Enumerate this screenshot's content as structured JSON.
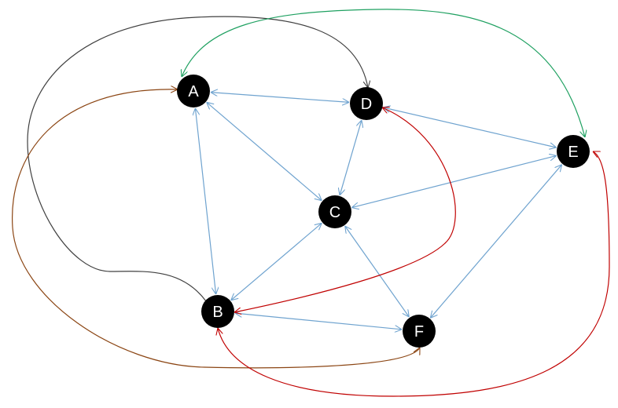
{
  "nodes": [
    {
      "id": "A",
      "label": "A"
    },
    {
      "id": "B",
      "label": "B"
    },
    {
      "id": "C",
      "label": "C"
    },
    {
      "id": "D",
      "label": "D"
    },
    {
      "id": "E",
      "label": "E"
    },
    {
      "id": "F",
      "label": "F"
    }
  ],
  "colors": {
    "node_fill": "#000000",
    "node_text": "#ffffff",
    "edge_blue": "#6fa3cf",
    "edge_gray": "#404040",
    "edge_green": "#1ea060",
    "edge_brown": "#8b4513",
    "edge_red": "#c00000"
  },
  "edges": [
    {
      "from": "A",
      "to": "D",
      "color": "edge_blue",
      "arrow_start": true,
      "arrow_end": true
    },
    {
      "from": "A",
      "to": "C",
      "color": "edge_blue",
      "arrow_start": true,
      "arrow_end": true
    },
    {
      "from": "A",
      "to": "B",
      "color": "edge_blue",
      "arrow_start": true,
      "arrow_end": true
    },
    {
      "from": "D",
      "to": "C",
      "color": "edge_blue",
      "arrow_start": true,
      "arrow_end": true
    },
    {
      "from": "D",
      "to": "E",
      "color": "edge_blue",
      "arrow_start": true,
      "arrow_end": true
    },
    {
      "from": "E",
      "to": "C",
      "color": "edge_blue",
      "arrow_start": true,
      "arrow_end": true
    },
    {
      "from": "E",
      "to": "F",
      "color": "edge_blue",
      "arrow_start": true,
      "arrow_end": true
    },
    {
      "from": "C",
      "to": "B",
      "color": "edge_blue",
      "arrow_start": true,
      "arrow_end": true
    },
    {
      "from": "C",
      "to": "F",
      "color": "edge_blue",
      "arrow_start": true,
      "arrow_end": true
    },
    {
      "from": "B",
      "to": "F",
      "color": "edge_blue",
      "arrow_start": true,
      "arrow_end": true
    },
    {
      "from": "B",
      "to": "D",
      "color": "edge_gray",
      "arrow_start": false,
      "arrow_end": true
    },
    {
      "from": "A",
      "to": "E",
      "color": "edge_green",
      "arrow_start": true,
      "arrow_end": true
    },
    {
      "from": "F",
      "to": "A",
      "color": "edge_brown",
      "arrow_start": true,
      "arrow_end": true
    },
    {
      "from": "D",
      "to": "B",
      "color": "edge_red",
      "arrow_start": true,
      "arrow_end": true
    },
    {
      "from": "E",
      "to": "B",
      "color": "edge_red",
      "arrow_start": true,
      "arrow_end": true
    }
  ]
}
